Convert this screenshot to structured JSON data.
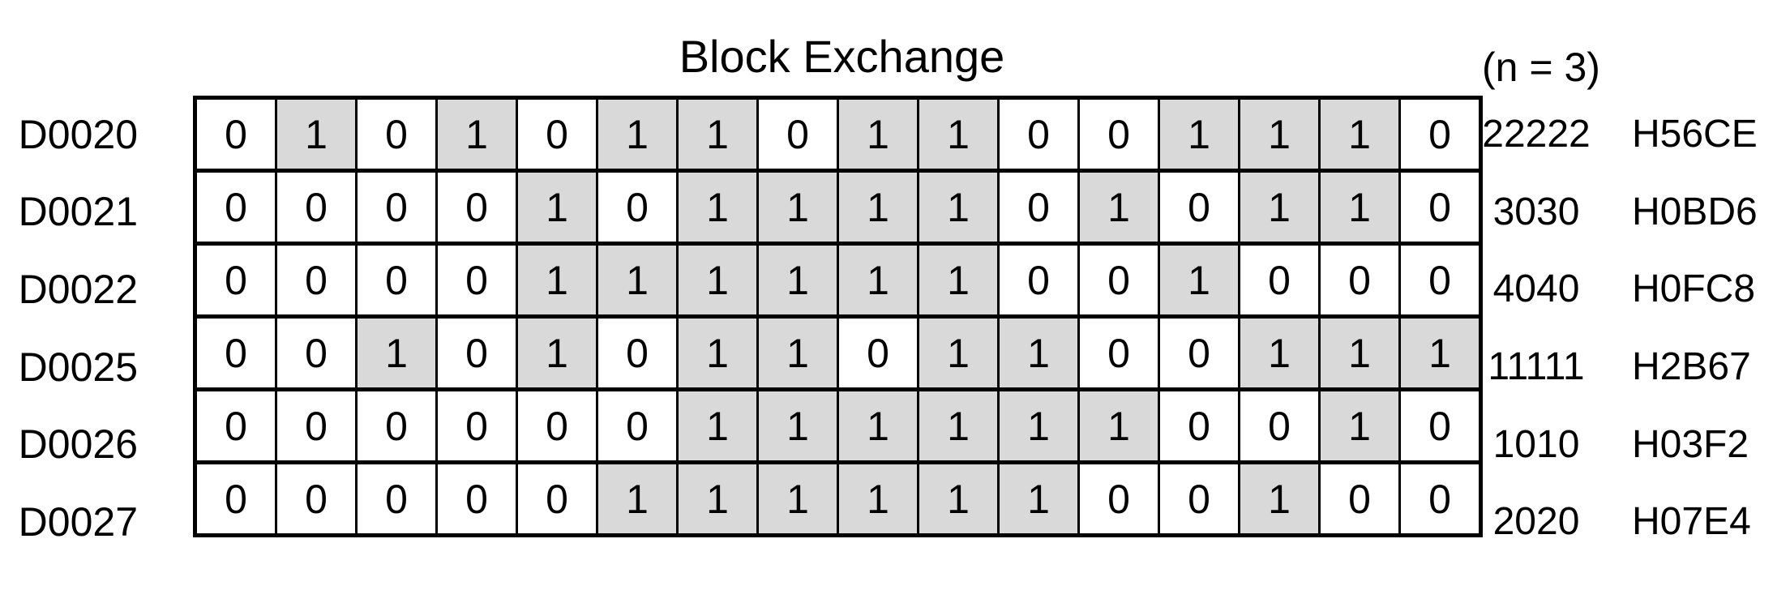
{
  "title": "Block Exchange",
  "annotation": "(n = 3)",
  "colors": {
    "background": "#ffffff",
    "border": "#000000",
    "text": "#000000",
    "shaded_cell": "#d9d9d9",
    "unshaded_cell": "#ffffff"
  },
  "table": {
    "bits_per_row": 16,
    "shading_rule": "cells containing 1 are shaded gray",
    "rows": [
      {
        "label": "D0020",
        "bits": [
          0,
          1,
          0,
          1,
          0,
          1,
          1,
          0,
          1,
          1,
          0,
          0,
          1,
          1,
          1,
          0
        ],
        "decimal": "22222",
        "hex": "H56CE"
      },
      {
        "label": "D0021",
        "bits": [
          0,
          0,
          0,
          0,
          1,
          0,
          1,
          1,
          1,
          1,
          0,
          1,
          0,
          1,
          1,
          0
        ],
        "decimal": "3030",
        "hex": "H0BD6"
      },
      {
        "label": "D0022",
        "bits": [
          0,
          0,
          0,
          0,
          1,
          1,
          1,
          1,
          1,
          1,
          0,
          0,
          1,
          0,
          0,
          0
        ],
        "decimal": "4040",
        "hex": "H0FC8"
      },
      {
        "label": "D0025",
        "bits": [
          0,
          0,
          1,
          0,
          1,
          0,
          1,
          1,
          0,
          1,
          1,
          0,
          0,
          1,
          1,
          1
        ],
        "decimal": "11111",
        "hex": "H2B67"
      },
      {
        "label": "D0026",
        "bits": [
          0,
          0,
          0,
          0,
          0,
          0,
          1,
          1,
          1,
          1,
          1,
          1,
          0,
          0,
          1,
          0
        ],
        "decimal": "1010",
        "hex": "H03F2"
      },
      {
        "label": "D0027",
        "bits": [
          0,
          0,
          0,
          0,
          0,
          1,
          1,
          1,
          1,
          1,
          1,
          0,
          0,
          1,
          0,
          0
        ],
        "decimal": "2020",
        "hex": "H07E4"
      }
    ]
  }
}
